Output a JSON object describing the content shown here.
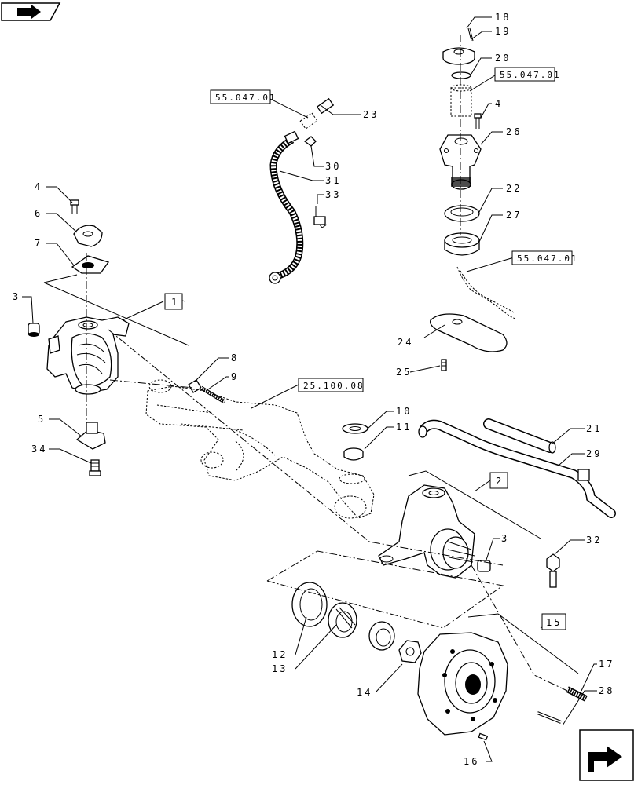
{
  "nav": {
    "top_left_icon": "forward-arrow-icon",
    "bottom_right_icon": "next-page-arrow-icon"
  },
  "refs": {
    "r1": "55.047.01",
    "r2": "55.047.01",
    "r3": "55.047.01",
    "r4": "25.100.08"
  },
  "groups": {
    "g1": "1",
    "g2": "2",
    "g15": "15"
  },
  "labels": {
    "n18": "18",
    "n19": "19",
    "n20": "20",
    "n4a": "4",
    "n26": "26",
    "n22": "22",
    "n27": "27",
    "n23": "23",
    "n30": "30",
    "n31": "31",
    "n33": "33",
    "n4b": "4",
    "n6": "6",
    "n7": "7",
    "n3a": "3",
    "n8": "8",
    "n9": "9",
    "n5": "5",
    "n34": "34",
    "n24": "24",
    "n25": "25",
    "n10": "10",
    "n11": "11",
    "n21": "21",
    "n29": "29",
    "n3b": "3",
    "n32": "32",
    "n12": "12",
    "n13": "13",
    "n14": "14",
    "n17": "17",
    "n28": "28",
    "n16": "16"
  }
}
